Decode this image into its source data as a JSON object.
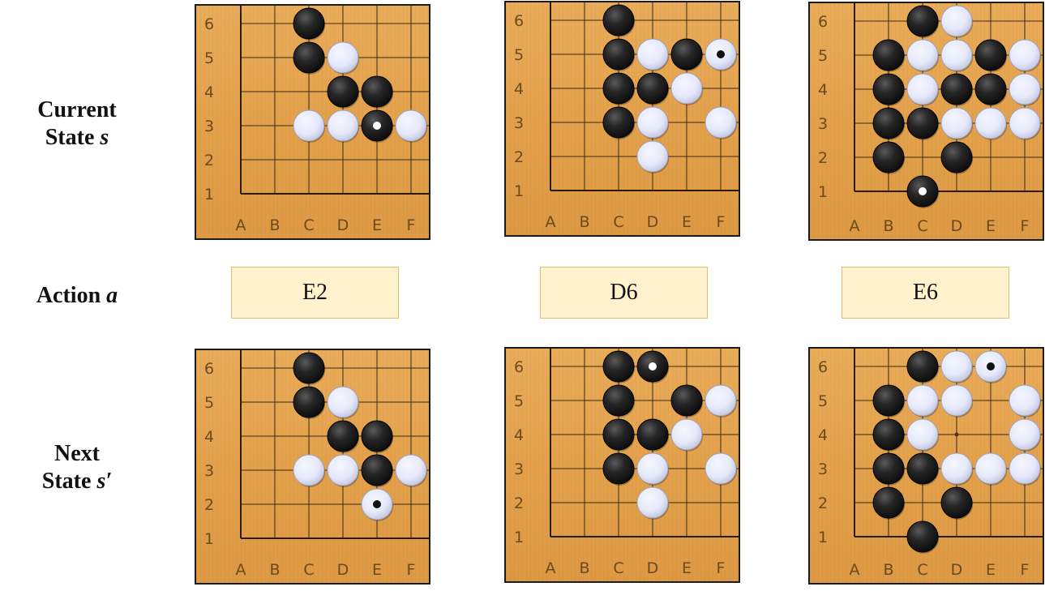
{
  "row_labels": {
    "current": {
      "line1": "Current",
      "line2_prefix": "State ",
      "line2_var": "s"
    },
    "action": {
      "prefix": "Action ",
      "var": "a"
    },
    "next": {
      "line1": "Next",
      "line2_prefix": "State ",
      "line2_var": "s′"
    }
  },
  "column_letters": [
    "A",
    "B",
    "C",
    "D",
    "E",
    "F"
  ],
  "row_numbers": [
    "6",
    "5",
    "4",
    "3",
    "2",
    "1"
  ],
  "columns": [
    {
      "action": "E2",
      "current": {
        "black": [
          "C6",
          "C5",
          "D4",
          "E4",
          "E3"
        ],
        "white": [
          "D5",
          "C3",
          "D3",
          "F3"
        ],
        "marker": "E3"
      },
      "next": {
        "black": [
          "C6",
          "C5",
          "D4",
          "E4",
          "E3"
        ],
        "white": [
          "D5",
          "C3",
          "D3",
          "F3",
          "E2"
        ],
        "marker": "E2"
      }
    },
    {
      "action": "D6",
      "current": {
        "black": [
          "C6",
          "C5",
          "E5",
          "C4",
          "D4",
          "C3"
        ],
        "white": [
          "D5",
          "F5",
          "E4",
          "D3",
          "F3",
          "D2"
        ],
        "marker": "F5"
      },
      "next": {
        "black": [
          "C6",
          "D6",
          "C5",
          "E5",
          "C4",
          "D4",
          "C3"
        ],
        "white": [
          "F5",
          "E4",
          "D3",
          "F3",
          "D2"
        ],
        "marker": "D6"
      }
    },
    {
      "action": "E6",
      "current": {
        "black": [
          "C6",
          "B5",
          "E5",
          "B4",
          "D4",
          "E4",
          "B3",
          "C3",
          "B2",
          "D2",
          "C1"
        ],
        "white": [
          "D6",
          "C5",
          "D5",
          "F5",
          "C4",
          "F4",
          "D3",
          "E3",
          "F3"
        ],
        "marker": "C1"
      },
      "next": {
        "black": [
          "C6",
          "B5",
          "B4",
          "B3",
          "C3",
          "B2",
          "D2",
          "C1"
        ],
        "white": [
          "D6",
          "E6",
          "C5",
          "D5",
          "F5",
          "C4",
          "F4",
          "D3",
          "E3",
          "F3"
        ],
        "marker": "E6"
      }
    }
  ]
}
